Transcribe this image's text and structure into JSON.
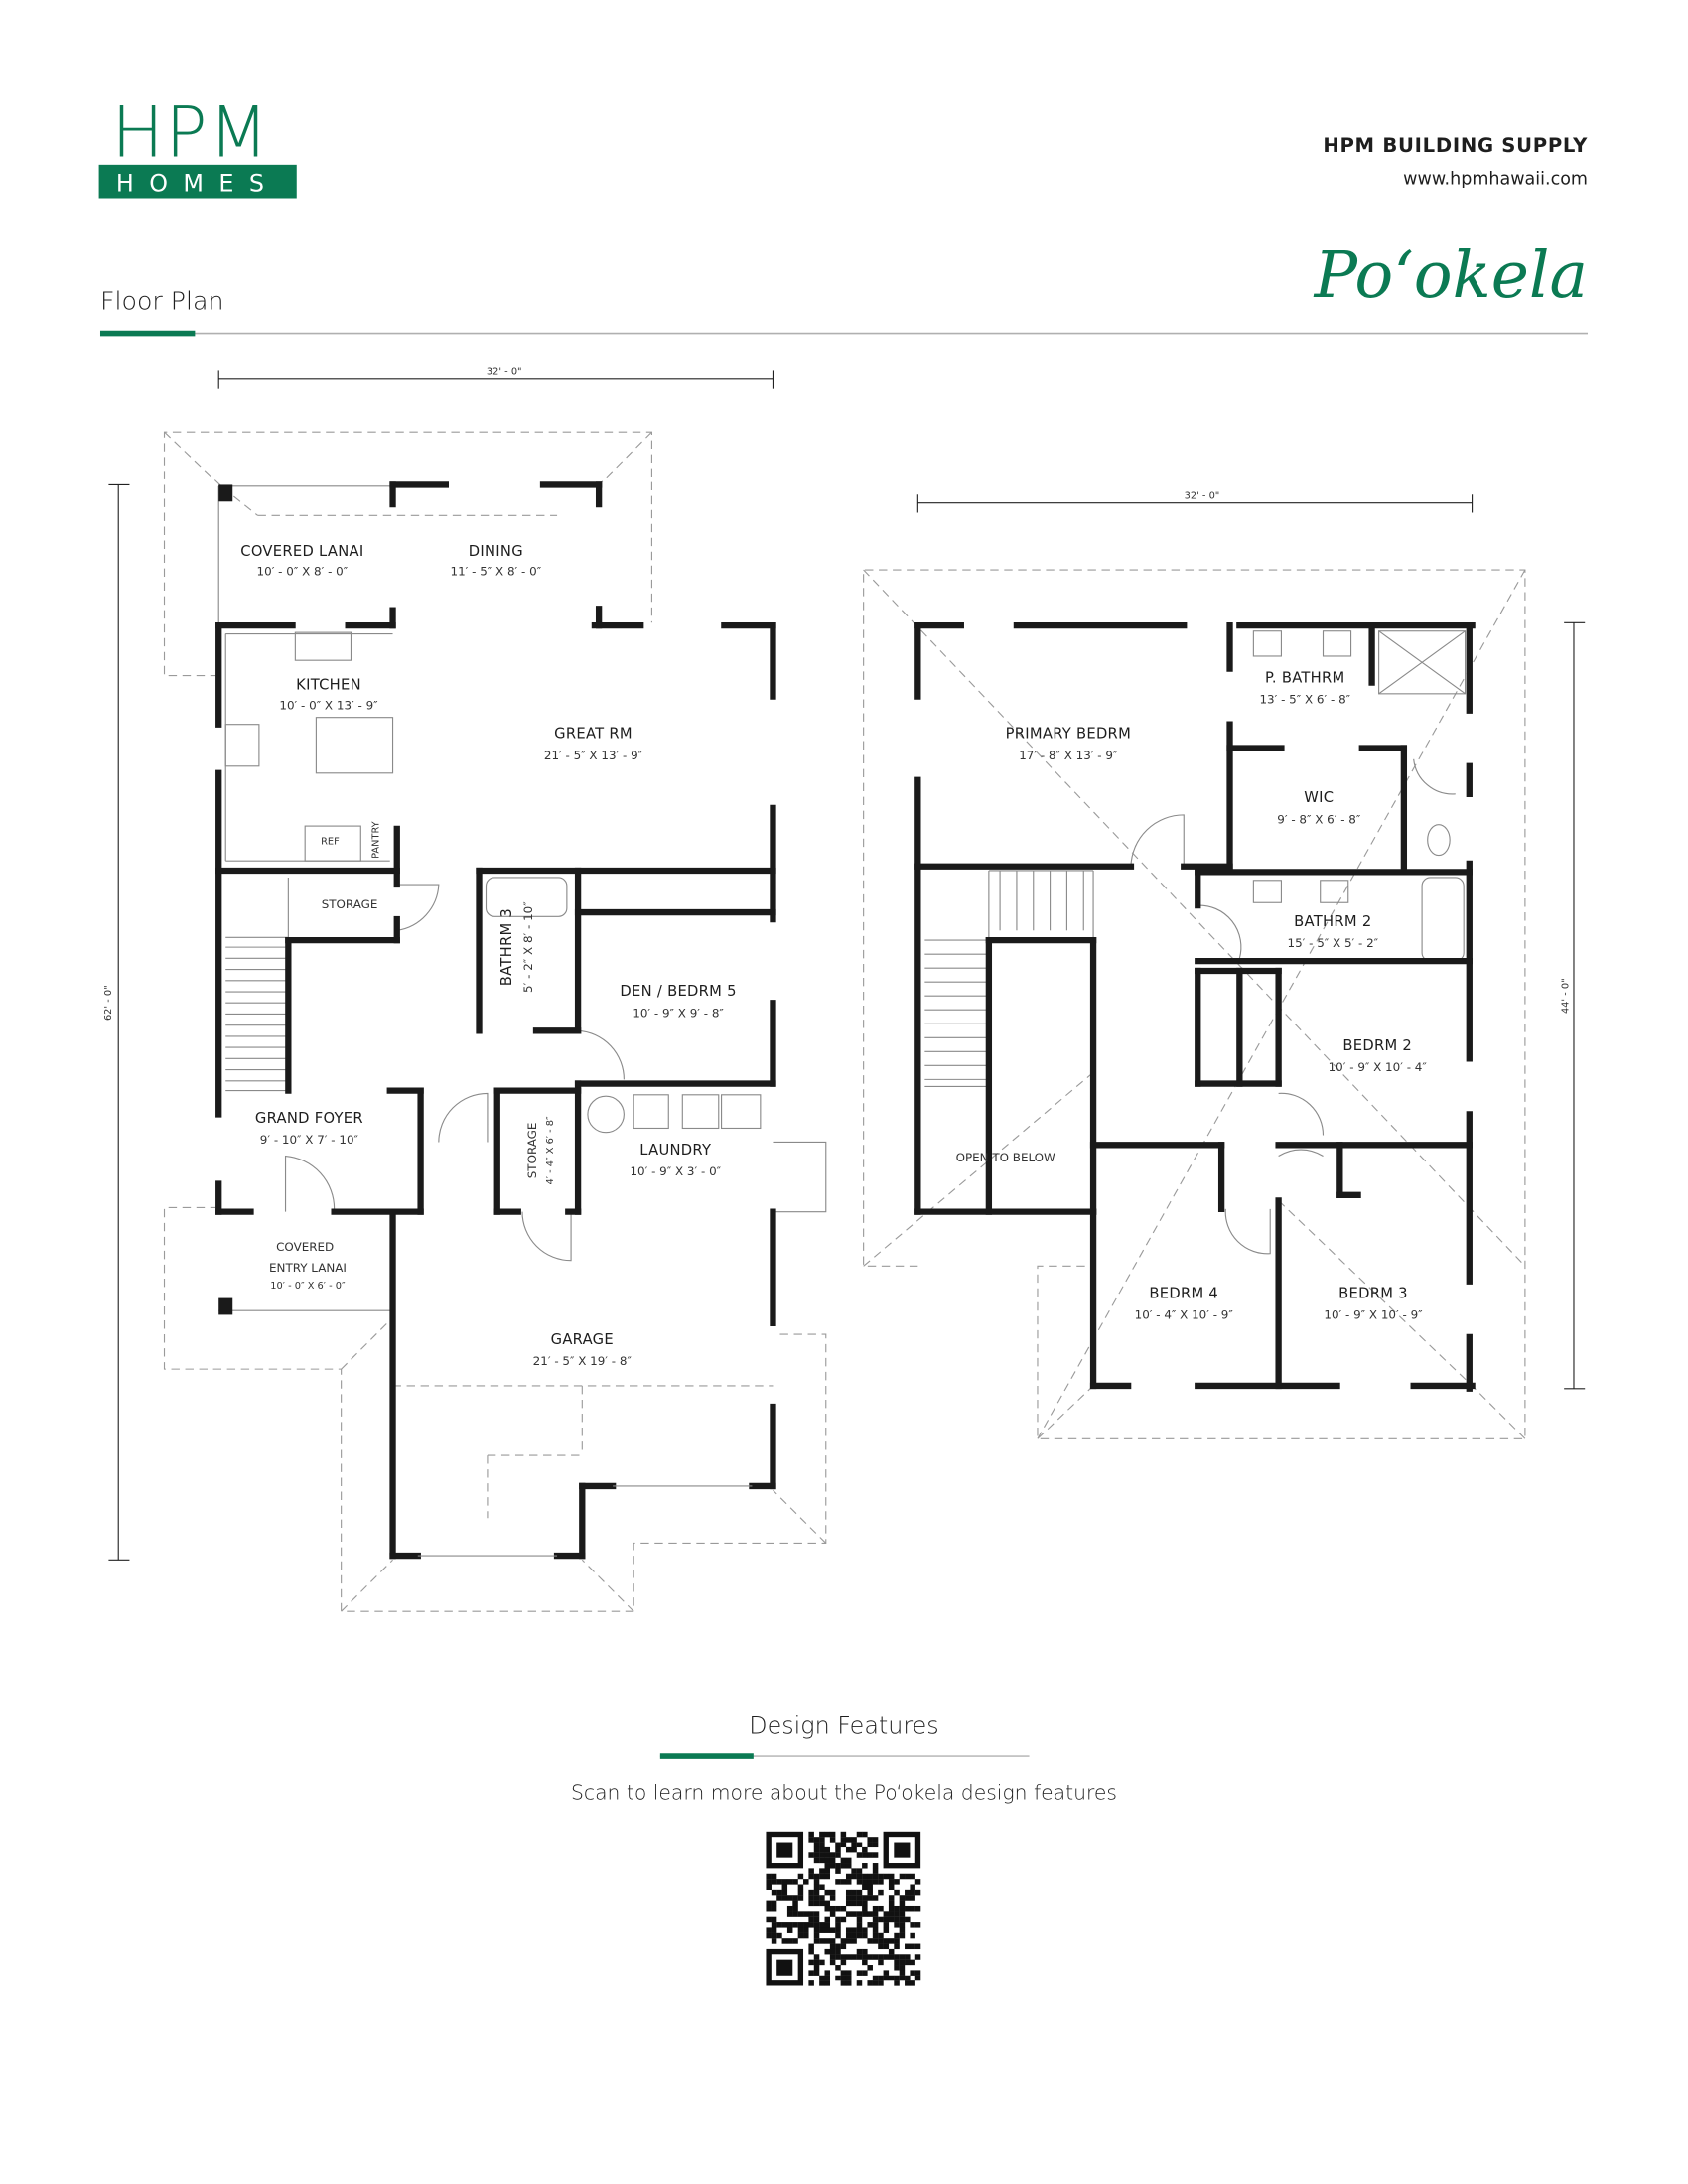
{
  "header": {
    "logo_top": "HPM",
    "logo_bottom": "HOMES",
    "company": "HPM BUILDING SUPPLY",
    "website": "www.hpmhawaii.com",
    "plan_name": "Po‘okela",
    "section_title": "Floor Plan"
  },
  "colors": {
    "brand_green": "#0b7a53",
    "wall": "#1a1a1a",
    "rule": "#b0b0b0"
  },
  "first_floor": {
    "width_dim": "32' - 0\"",
    "depth_dim": "62' - 0\"",
    "rooms": [
      {
        "name": "COVERED LANAI",
        "size": "10′ - 0″ X 8′ - 0″"
      },
      {
        "name": "DINING",
        "size": "11′ - 5″ X 8′ - 0″"
      },
      {
        "name": "KITCHEN",
        "size": "10′ - 0″ X 13′ - 9″"
      },
      {
        "name": "GREAT RM",
        "size": "21′ - 5″ X 13′ - 9″"
      },
      {
        "name": "DEN / BEDRM 5",
        "size": "10′ - 9″ X 9′ - 8″"
      },
      {
        "name": "GRAND FOYER",
        "size": "9′ - 10″ X 7′ - 10″"
      },
      {
        "name": "LAUNDRY",
        "size": "10′ - 9″ X 3′ - 0″"
      },
      {
        "name": "GARAGE",
        "size": "21′ - 5″ X 19′ - 8″"
      },
      {
        "name": "BATHRM 3",
        "size": "5′ - 2″ X 8′ - 10″"
      },
      {
        "name": "STORAGE",
        "size": "4′ - 4″ X 6′ - 8″"
      }
    ],
    "entry_lanai": {
      "line1": "COVERED",
      "line2": "ENTRY LANAI",
      "size": "10′ - 0″ X 6′ - 0″"
    },
    "labels": {
      "ref": "REF",
      "pantry": "PANTRY",
      "storage": "STORAGE"
    }
  },
  "second_floor": {
    "width_dim": "32' - 0\"",
    "depth_dim": "44' - 0\"",
    "rooms": [
      {
        "name": "PRIMARY BEDRM",
        "size": "17′ - 8″ X 13′ - 9″"
      },
      {
        "name": "P. BATHRM",
        "size": "13′ - 5″ X 6′ - 8″"
      },
      {
        "name": "WIC",
        "size": "9′ - 8″ X 6′ - 8″"
      },
      {
        "name": "BATHRM 2",
        "size": "15′ - 5″ X 5′ - 2″"
      },
      {
        "name": "BEDRM 2",
        "size": "10′ - 9″ X 10′ - 4″"
      },
      {
        "name": "BEDRM 4",
        "size": "10′ - 4″ X 10′ - 9″"
      },
      {
        "name": "BEDRM 3",
        "size": "10′ - 9″ X 10′ - 9″"
      }
    ],
    "open_to_below": "OPEN TO BELOW"
  },
  "footer": {
    "title": "Design Features",
    "caption": "Scan to learn more about the Po‘okela design features",
    "qr_icon": "qr-code"
  }
}
